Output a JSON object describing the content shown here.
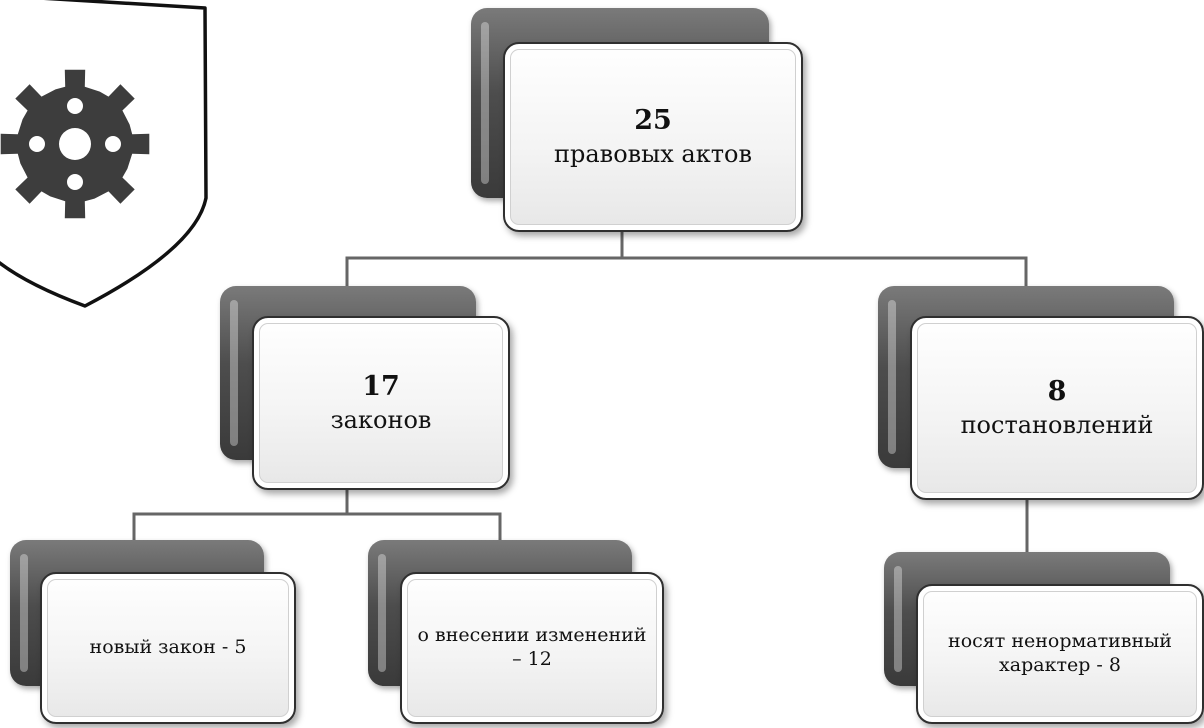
{
  "icons": {
    "shield": "shield-icon",
    "gear": "gear-icon"
  },
  "colors": {
    "card_back": "#4d4d4d",
    "card_front": "#f4f4f4",
    "connector": "#666666"
  },
  "root": {
    "number": "25",
    "label": "правовых актов"
  },
  "laws": {
    "number": "17",
    "label": "законов"
  },
  "resolutions": {
    "number": "8",
    "label": "постановлений"
  },
  "new_law": {
    "label": "новый закон - 5"
  },
  "amendments": {
    "label": "о внесении изменений – 12"
  },
  "non_normative": {
    "label": "носят ненормативный характер - 8"
  }
}
